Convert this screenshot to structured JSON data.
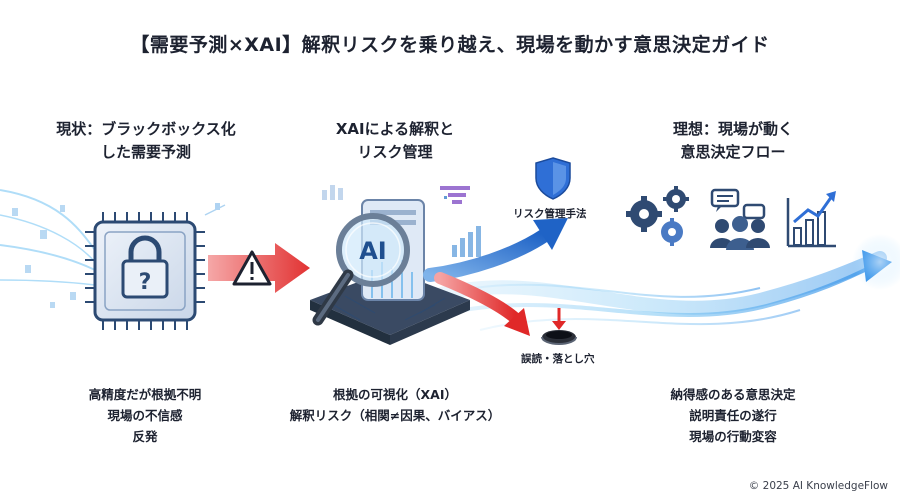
{
  "title": "【需要予測×XAI】解釈リスクを乗り越え、現場を動かす意思決定ガイド",
  "columns": [
    {
      "heading_lines": [
        "現状：ブラックボックス化",
        "した需要予測"
      ],
      "footer_lines": [
        "高精度だが根拠不明",
        "現場の不信感",
        "反発"
      ],
      "icons": [
        "locked-chip-icon",
        "warning-icon"
      ]
    },
    {
      "heading_lines": [
        "XAIによる解釈と",
        "リスク管理"
      ],
      "footer_lines": [
        "根拠の可視化（XAI）",
        "解釈リスク（相関≠因果、バイアス）"
      ],
      "icons": [
        "ai-magnifier-icon",
        "chart-icon"
      ],
      "branches": [
        {
          "label": "リスク管理手法",
          "icon": "shield-icon"
        },
        {
          "label": "誤読・落とし穴",
          "icon": "pitfall-icon"
        }
      ]
    },
    {
      "heading_lines": [
        "理想：現場が動く",
        "意思決定フロー"
      ],
      "footer_lines": [
        "納得感のある意思決定",
        "説明責任の遂行",
        "現場の行動変容"
      ],
      "icons": [
        "gears-icon",
        "team-discussion-icon",
        "growth-chart-icon"
      ]
    }
  ],
  "colors": {
    "primary_blue": "#2f6fd6",
    "flow_blue": "#5cb8f5",
    "red_arrow": "#e23b3b",
    "dark_text": "#1d2230"
  },
  "copyright": "© 2025 AI KnowledgeFlow"
}
